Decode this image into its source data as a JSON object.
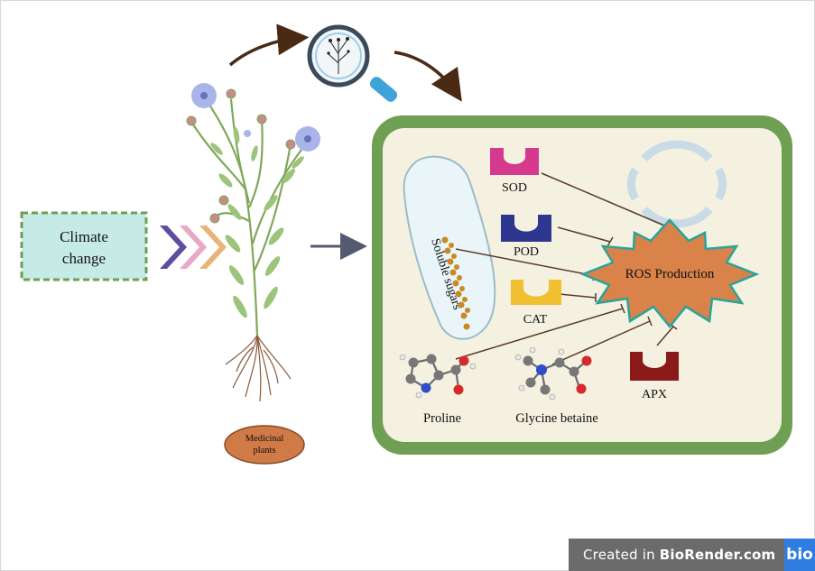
{
  "labels": {
    "climate_line1": "Climate",
    "climate_line2": "change",
    "medicinal_line1": "Medicinal",
    "medicinal_line2": "plants",
    "sod": "SOD",
    "pod": "POD",
    "cat": "CAT",
    "apx": "APX",
    "ros": "ROS Production",
    "soluble_sugars": "Soluble sugars",
    "proline": "Proline",
    "glycine_betaine": "Glycine betaine"
  },
  "watermark": {
    "prefix": "Created in ",
    "brand": "BioRender.com",
    "logo": "bio"
  },
  "colors": {
    "cell_wall": "#6e9f52",
    "cytoplasm": "#f4f1e1",
    "climate_box": "#c6ebe6",
    "climate_border": "#6e9f52",
    "ros_fill": "#d9824a",
    "ros_stroke": "#2aa39a",
    "sod": "#d63a8f",
    "pod": "#2e3790",
    "cat": "#f0c030",
    "apx": "#8a1a1a",
    "sugar_bead": "#c98a25",
    "vacuole": "#e9f5f8",
    "medicinal_oval": "#d07a48"
  }
}
